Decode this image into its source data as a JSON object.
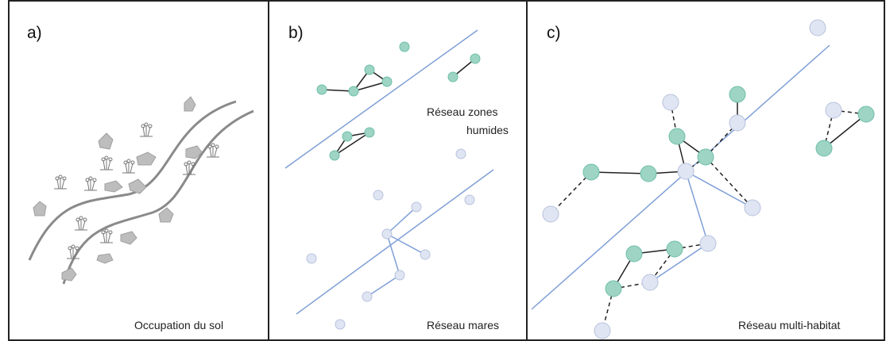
{
  "panels": [
    {
      "letter": "a)",
      "caption": "Occupation du sol"
    },
    {
      "letter": "b)",
      "caption": "Réseau mares",
      "label_line1": "Réseau zones",
      "label_line2": "humides"
    },
    {
      "letter": "c)",
      "caption": "Réseau multi-habitat"
    }
  ],
  "colors": {
    "wetland_node": "#9dd4c4",
    "wetland_stroke": "#6fbfa8",
    "pond_node": "#dfe5f3",
    "pond_stroke": "#b8c2dc",
    "road": "#7f9fd6",
    "river": "#8a8a8a",
    "patch": "#bdbdbd",
    "border": "#222222"
  }
}
